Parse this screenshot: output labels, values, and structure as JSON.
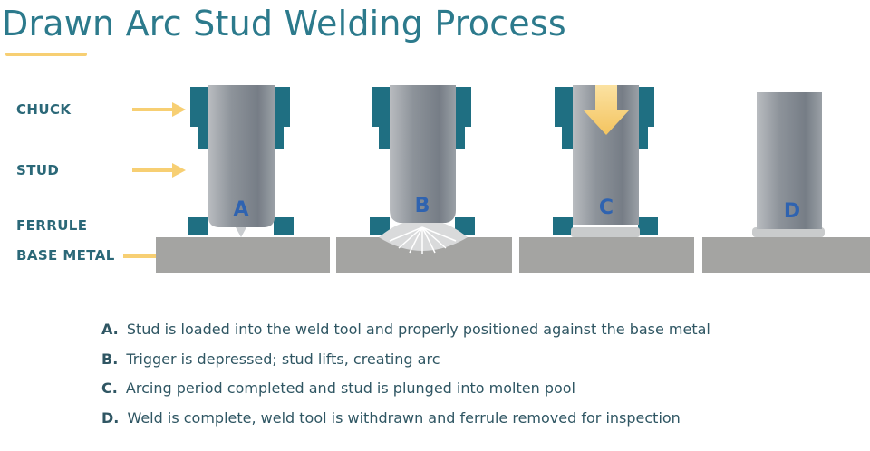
{
  "title": "Drawn Arc Stud Welding Process",
  "labels": {
    "chuck": "CHUCK",
    "stud": "STUD",
    "ferrule": "FERRULE",
    "base_metal": "BASE METAL"
  },
  "panels": [
    {
      "letter": "A"
    },
    {
      "letter": "B"
    },
    {
      "letter": "C"
    },
    {
      "letter": "D"
    }
  ],
  "steps": [
    {
      "letter": "A.",
      "text": "Stud is loaded into the weld tool and properly positioned against the base metal"
    },
    {
      "letter": "B.",
      "text": "Trigger is depressed; stud lifts, creating arc"
    },
    {
      "letter": "C.",
      "text": "Arcing period completed and stud is plunged into molten pool"
    },
    {
      "letter": "D.",
      "text": "Weld is complete, weld tool is withdrawn and ferrule removed for inspection"
    }
  ],
  "colors": {
    "title": "#2c7a8c",
    "accent_yellow": "#f7cf73",
    "teal": "#1f6f82",
    "base_metal": "#a4a4a2",
    "letters": "#2f63b0"
  }
}
